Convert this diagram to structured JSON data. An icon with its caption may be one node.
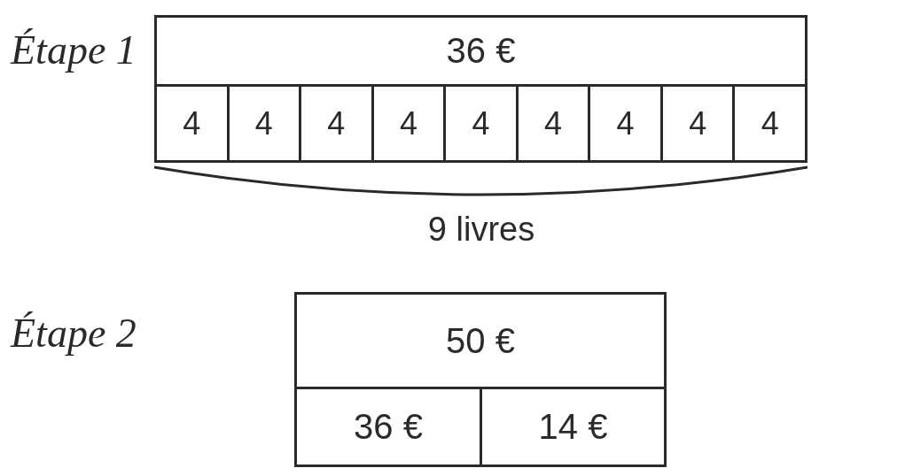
{
  "diagram": {
    "nodes": [
      {
        "text": [
          "36 €"
        ]
      },
      {
        "text": [
          "4"
        ]
      },
      {
        "text": [
          "4"
        ]
      },
      {
        "text": [
          "4"
        ]
      },
      {
        "text": [
          "4"
        ]
      },
      {
        "text": [
          "4"
        ]
      },
      {
        "text": [
          "4"
        ]
      },
      {
        "text": [
          "4"
        ]
      },
      {
        "text": [
          "4"
        ]
      },
      {
        "text": [
          "4"
        ]
      },
      {
        "text": [
          "50 €"
        ]
      },
      {
        "text": [
          "36 €"
        ]
      },
      {
        "text": [
          "14 €"
        ]
      }
    ],
    "labels": [
      "Étape 1",
      "9 livres",
      "Étape 2"
    ]
  }
}
